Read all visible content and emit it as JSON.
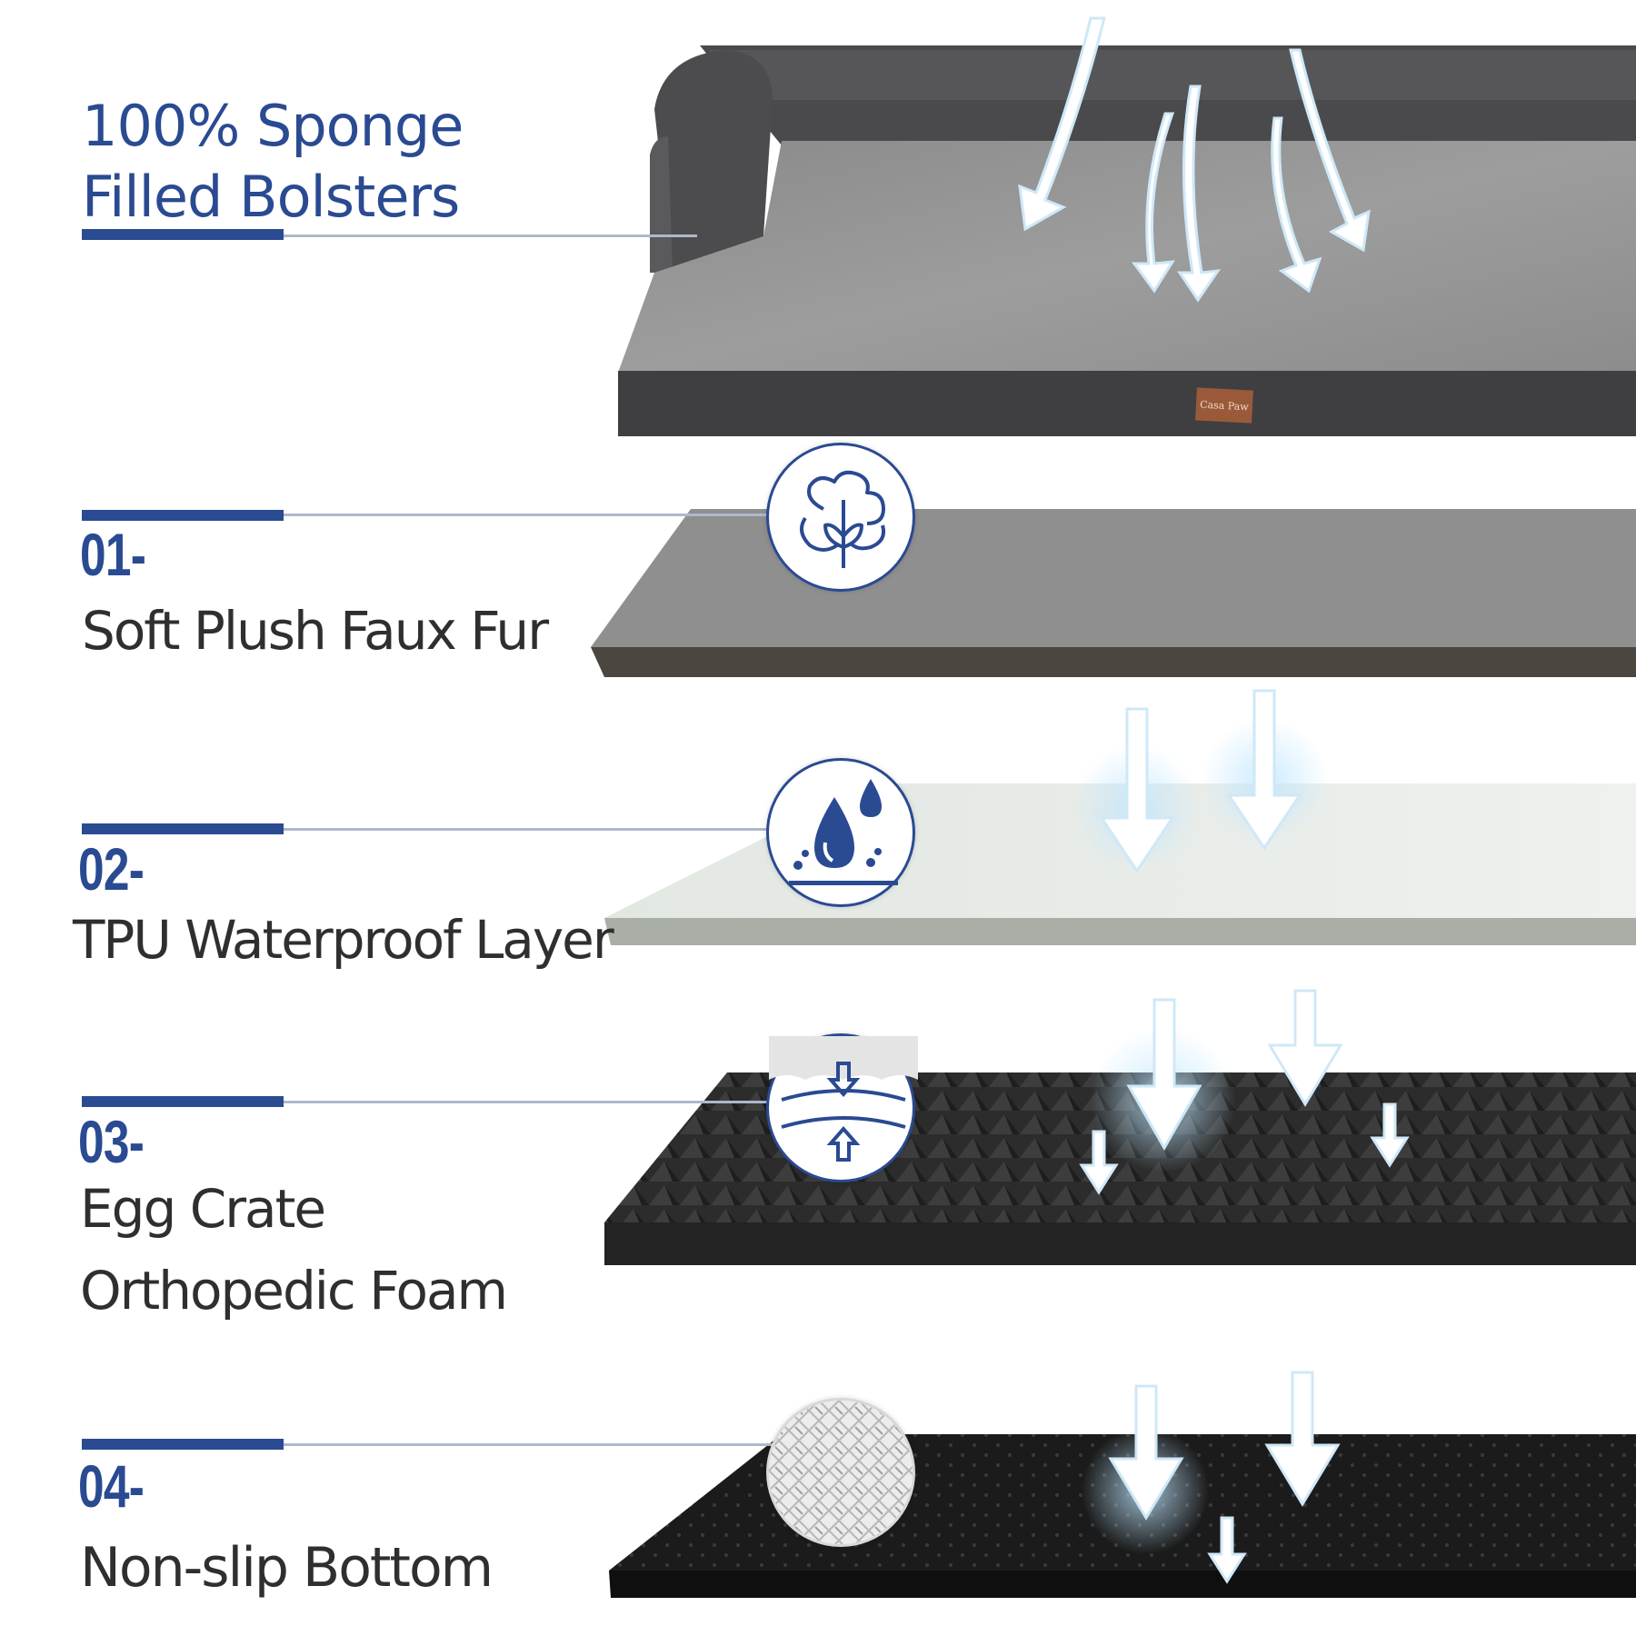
{
  "heading": {
    "line1": "100% Sponge",
    "line2": "Filled Bolsters"
  },
  "layers": [
    {
      "number": "01-",
      "name": "Soft Plush Faux Fur",
      "icon": "cotton-icon"
    },
    {
      "number": "02-",
      "name": "TPU Waterproof Layer",
      "icon": "water-drops-icon"
    },
    {
      "number": "03-",
      "name_line1": "Egg Crate",
      "name_line2": "Orthopedic Foam",
      "icon": "compression-icon"
    },
    {
      "number": "04-",
      "name": "Non-slip Bottom",
      "icon": "diamond-grip-icon"
    }
  ],
  "brand_tag": "Casa Paw",
  "colors": {
    "accent": "#2a4a92",
    "text": "#2f2f2f",
    "connector": "#aeb8cc"
  }
}
